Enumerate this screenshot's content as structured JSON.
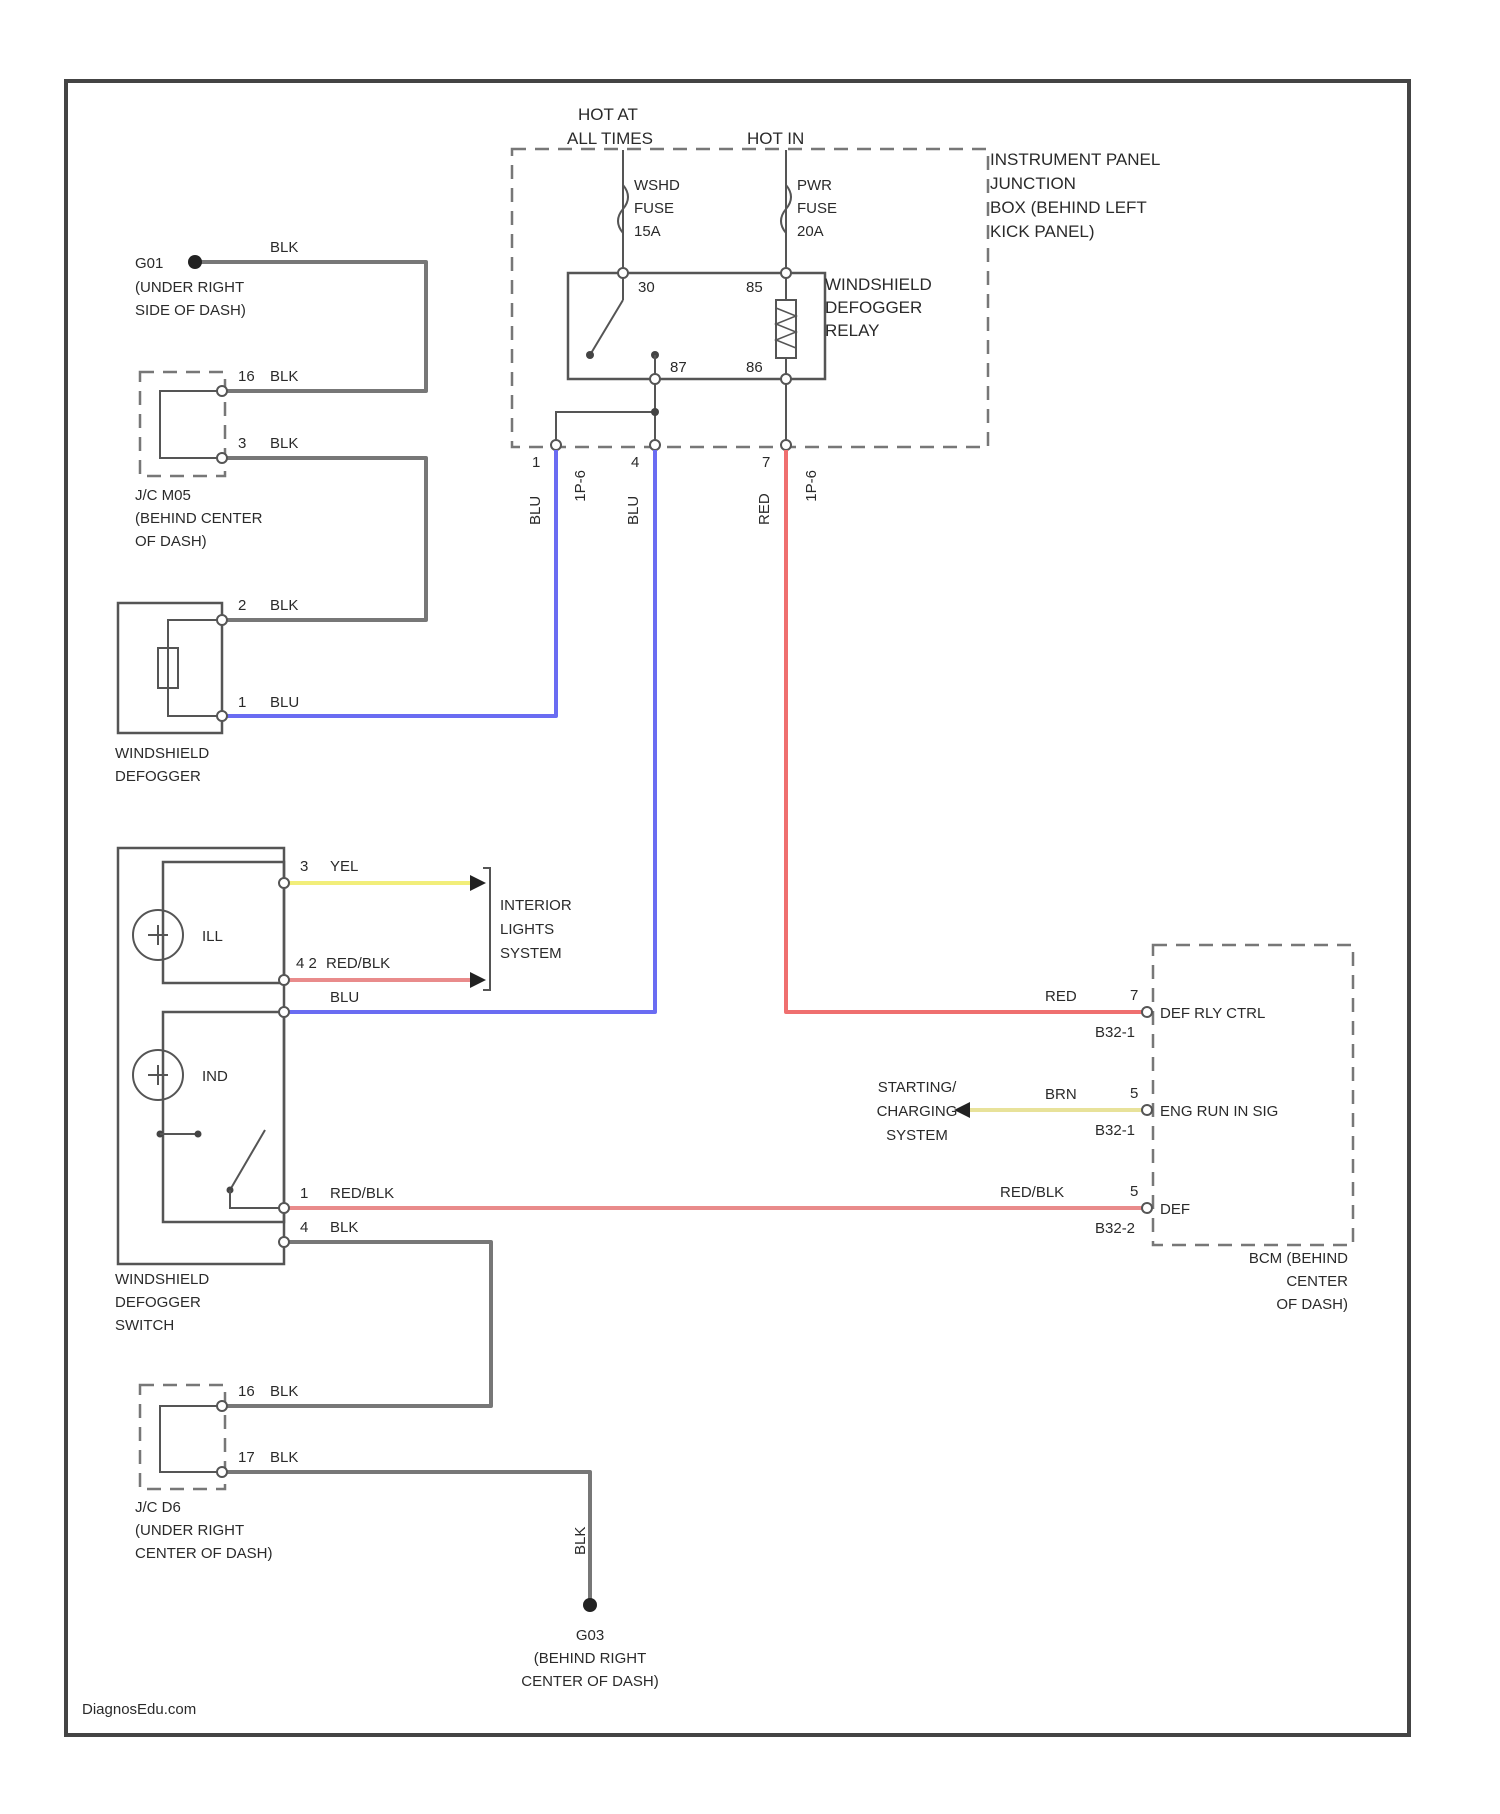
{
  "power": {
    "hot_at_all_times": [
      "HOT AT",
      "ALL TIMES"
    ],
    "hot_in": "HOT IN"
  },
  "junction_box": [
    "INSTRUMENT PANEL",
    "JUNCTION",
    "BOX (BEHIND LEFT",
    "KICK PANEL)"
  ],
  "fuses": {
    "left": [
      "WSHD",
      "FUSE",
      "15A"
    ],
    "right": [
      "PWR",
      "FUSE",
      "20A"
    ]
  },
  "relay": {
    "name": [
      "WINDSHIELD",
      "DEFOGGER",
      "RELAY"
    ],
    "pins": [
      "30",
      "85",
      "87",
      "86"
    ]
  },
  "ground_g01": {
    "id": "G01",
    "lines": [
      "(UNDER RIGHT",
      "SIDE OF DASH)"
    ]
  },
  "jc_top": {
    "lines": [
      "J/C M05",
      "(BEHIND CENTER",
      "OF DASH)"
    ]
  },
  "defogger": {
    "lines": [
      "WINDSHIELD",
      "DEFOGGER"
    ]
  },
  "switch": {
    "lines": [
      "WINDSHIELD",
      "DEFOGGER",
      "SWITCH"
    ],
    "ill": "ILL",
    "ind": "IND"
  },
  "interior_lights": [
    "INTERIOR",
    "LIGHTS",
    "SYSTEM"
  ],
  "starting_charging": [
    "STARTING/",
    "CHARGING",
    "SYSTEM"
  ],
  "bcm": {
    "lines": [
      "BCM (BEHIND",
      "CENTER",
      "OF DASH)"
    ],
    "signals": [
      "DEF RLY CTRL",
      "ENG RUN IN SIG",
      "DEF"
    ],
    "connectors": [
      "B32-1",
      "B32-1",
      "B32-2"
    ],
    "pins": [
      "7",
      "5",
      "5"
    ]
  },
  "jc_bottom": {
    "lines": [
      "J/C D6",
      "(UNDER RIGHT",
      "CENTER OF DASH)"
    ]
  },
  "ground_g03": {
    "id": "G03",
    "lines": [
      "(BEHIND RIGHT",
      "CENTER OF DASH)"
    ]
  },
  "wires": {
    "blk": "BLK",
    "blu": "BLU",
    "red": "RED",
    "yel": "YEL",
    "red_blk": "RED/BLK",
    "brn": "BRN",
    "relay_out_pins": [
      "1",
      "4",
      "7"
    ],
    "relay_out_conns": [
      "1P-6",
      "1P-6"
    ],
    "g01_pins": [
      "16",
      "3"
    ],
    "def_pins": [
      "2",
      "1"
    ],
    "switch_pins": [
      "3",
      "4 2",
      "1",
      "4"
    ],
    "jc_bottom_pins": [
      "16",
      "17"
    ]
  },
  "watermark": "DiagnosEdu.com"
}
